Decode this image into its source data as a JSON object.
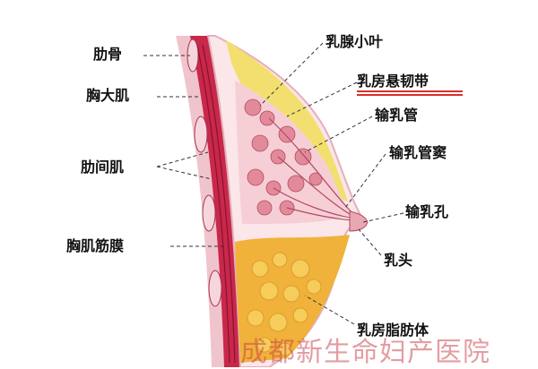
{
  "labels_left": [
    {
      "key": "rib",
      "text": "肋骨"
    },
    {
      "key": "pectoralis",
      "text": "胸大肌"
    },
    {
      "key": "intercostal",
      "text": "肋间肌"
    },
    {
      "key": "fascia",
      "text": "胸肌筋膜"
    }
  ],
  "labels_right": [
    {
      "key": "lobule",
      "text": "乳腺小叶"
    },
    {
      "key": "ligament",
      "text": "乳房悬韧带"
    },
    {
      "key": "duct",
      "text": "输乳管"
    },
    {
      "key": "sinus",
      "text": "输乳管窦"
    },
    {
      "key": "pore",
      "text": "输乳孔"
    },
    {
      "key": "nipple",
      "text": "乳头"
    },
    {
      "key": "fat",
      "text": "乳房脂肪体"
    }
  ],
  "watermark": "成都新生命妇产医院",
  "colors": {
    "muscle": "#c8284a",
    "muscle_dark": "#8a1030",
    "rib": "#f2c7cf",
    "fat": "#f3df6f",
    "fat_lower": "#f0b23a",
    "gland": "#f6cfd6",
    "lobule": "#e38a9a",
    "accent_underline": "#d9302a"
  }
}
